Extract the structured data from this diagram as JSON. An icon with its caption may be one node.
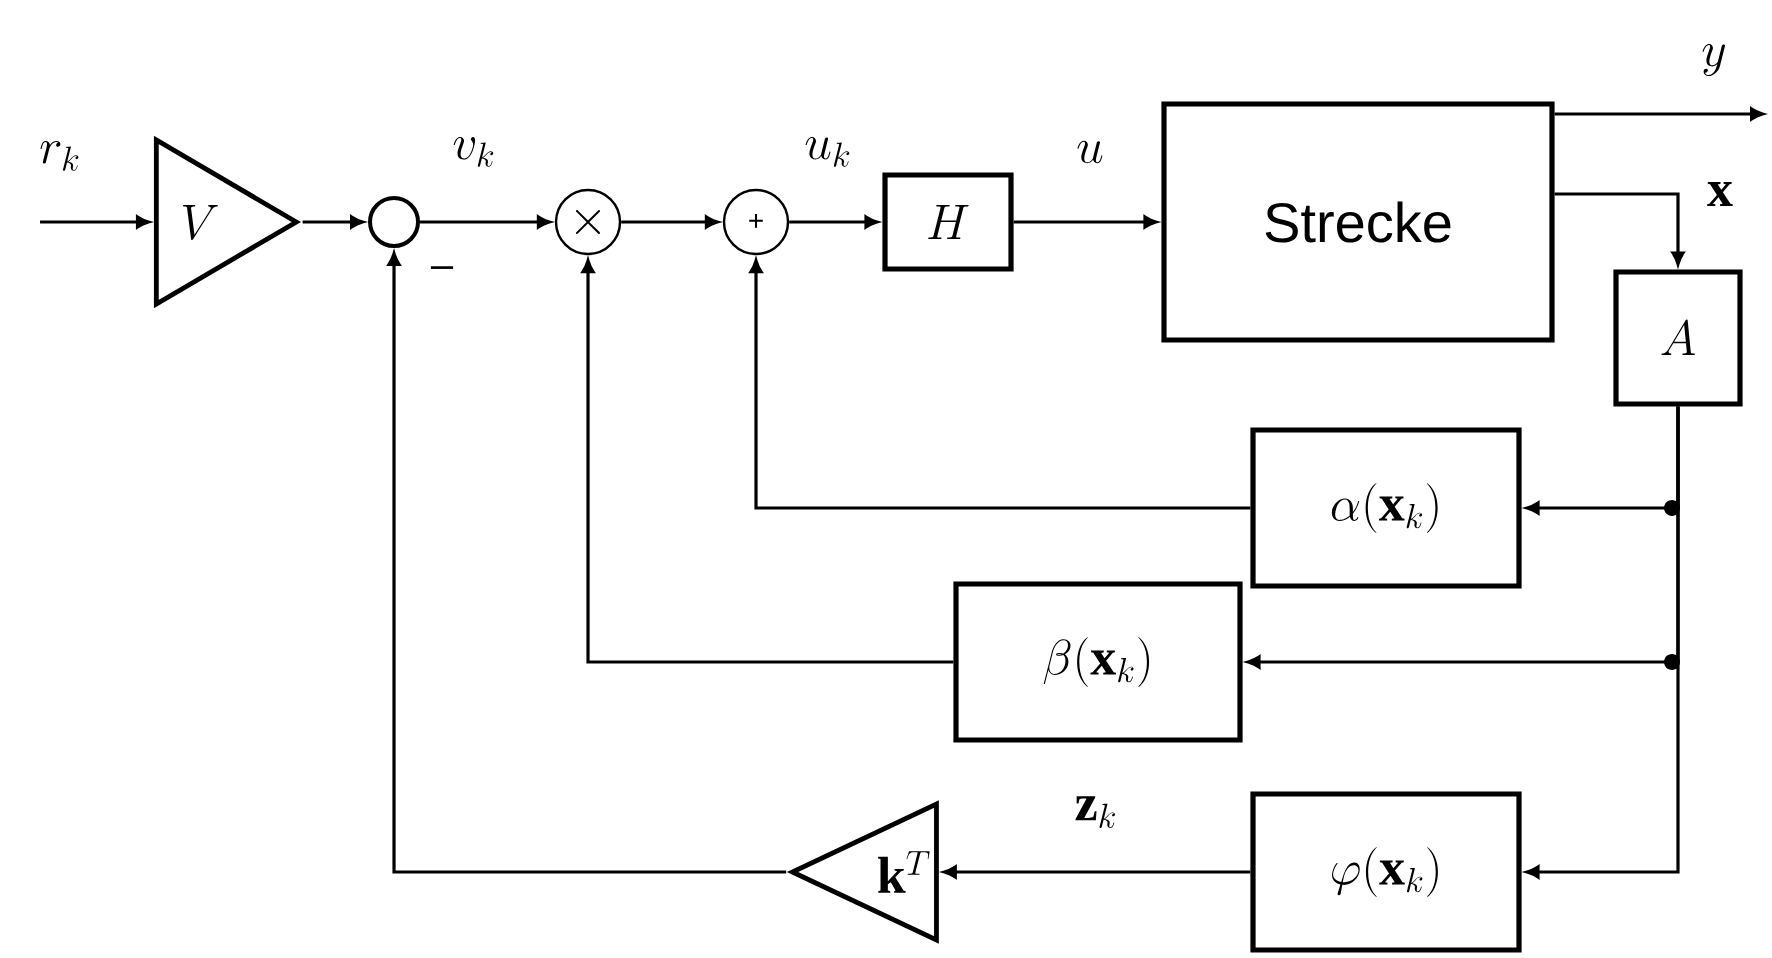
{
  "diagram": {
    "nodes": [
      {
        "text": [
          "V"
        ]
      },
      {
        "text": [],
        "shape": "circle"
      },
      {
        "text": [
          "\\times"
        ]
      },
      {
        "text": [
          "+"
        ]
      },
      {
        "text": [
          "H"
        ]
      },
      {
        "text": [
          "Strecke"
        ]
      },
      {
        "text": [
          "A"
        ]
      },
      {
        "text": [
          "\\alpha(\\mathbf{x}_k)"
        ]
      },
      {
        "text": [
          "\\beta(\\mathbf{x}_k)"
        ]
      },
      {
        "text": [
          "\\varphi(\\mathbf{x}_k)"
        ]
      },
      {
        "text": [
          "\\mathbf{k}^T"
        ]
      }
    ],
    "edges": [
      {
        "from": null,
        "to": 0,
        "arrow": "to",
        "label": "r_k"
      },
      {
        "from": 0,
        "to": 1,
        "arrow": "to"
      },
      {
        "from": 1,
        "to": 2,
        "arrow": "to",
        "label": "v_k"
      },
      {
        "from": 2,
        "to": 3,
        "arrow": "to"
      },
      {
        "from": 3,
        "to": 4,
        "arrow": "to",
        "label": "u_k"
      },
      {
        "from": 4,
        "to": 5,
        "arrow": "to",
        "label": "u"
      },
      {
        "from": 5,
        "to": null,
        "arrow": "to",
        "label": "y"
      },
      {
        "from": 5,
        "to": 6,
        "arrow": "to",
        "label": "\\mathbf{x}"
      },
      {
        "from": 6,
        "to": 7,
        "arrow": "to"
      },
      {
        "from": 6,
        "to": 8,
        "arrow": "to"
      },
      {
        "from": 6,
        "to": 9,
        "arrow": "to"
      },
      {
        "from": 7,
        "to": 3,
        "arrow": "to"
      },
      {
        "from": 8,
        "to": 2,
        "arrow": "to"
      },
      {
        "from": 9,
        "to": 10,
        "arrow": "to",
        "label": "\\mathbf{z}_k"
      },
      {
        "from": 10,
        "to": 1,
        "arrow": "to"
      }
    ],
    "labels": [
      "–"
    ]
  }
}
